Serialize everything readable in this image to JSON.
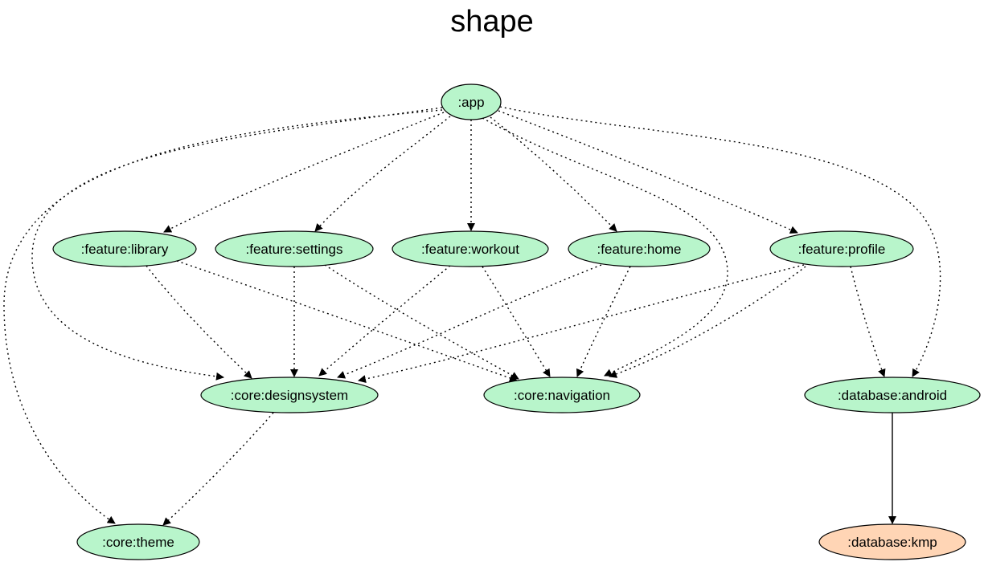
{
  "title": "shape",
  "colors": {
    "module_fill": "#b8f5cb",
    "kmp_fill": "#ffd5b5",
    "stroke": "#000000"
  },
  "nodes": {
    "app": {
      "label": ":app",
      "kind": "module"
    },
    "feature_library": {
      "label": ":feature:library",
      "kind": "module"
    },
    "feature_settings": {
      "label": ":feature:settings",
      "kind": "module"
    },
    "feature_workout": {
      "label": ":feature:workout",
      "kind": "module"
    },
    "feature_home": {
      "label": ":feature:home",
      "kind": "module"
    },
    "feature_profile": {
      "label": ":feature:profile",
      "kind": "module"
    },
    "core_designsystem": {
      "label": ":core:designsystem",
      "kind": "module"
    },
    "core_navigation": {
      "label": ":core:navigation",
      "kind": "module"
    },
    "database_android": {
      "label": ":database:android",
      "kind": "module"
    },
    "core_theme": {
      "label": ":core:theme",
      "kind": "module"
    },
    "database_kmp": {
      "label": ":database:kmp",
      "kind": "kmp"
    }
  },
  "edges": [
    {
      "from": "app",
      "to": "feature_library",
      "style": "dotted"
    },
    {
      "from": "app",
      "to": "feature_settings",
      "style": "dotted"
    },
    {
      "from": "app",
      "to": "feature_workout",
      "style": "dotted"
    },
    {
      "from": "app",
      "to": "feature_home",
      "style": "dotted"
    },
    {
      "from": "app",
      "to": "feature_profile",
      "style": "dotted"
    },
    {
      "from": "app",
      "to": "core_designsystem",
      "style": "dotted"
    },
    {
      "from": "app",
      "to": "core_navigation",
      "style": "dotted"
    },
    {
      "from": "app",
      "to": "database_android",
      "style": "dotted"
    },
    {
      "from": "app",
      "to": "core_theme",
      "style": "dotted"
    },
    {
      "from": "feature_library",
      "to": "core_designsystem",
      "style": "dotted"
    },
    {
      "from": "feature_library",
      "to": "core_navigation",
      "style": "dotted"
    },
    {
      "from": "feature_settings",
      "to": "core_designsystem",
      "style": "dotted"
    },
    {
      "from": "feature_settings",
      "to": "core_navigation",
      "style": "dotted"
    },
    {
      "from": "feature_workout",
      "to": "core_designsystem",
      "style": "dotted"
    },
    {
      "from": "feature_workout",
      "to": "core_navigation",
      "style": "dotted"
    },
    {
      "from": "feature_home",
      "to": "core_designsystem",
      "style": "dotted"
    },
    {
      "from": "feature_home",
      "to": "core_navigation",
      "style": "dotted"
    },
    {
      "from": "feature_profile",
      "to": "core_designsystem",
      "style": "dotted"
    },
    {
      "from": "feature_profile",
      "to": "core_navigation",
      "style": "dotted"
    },
    {
      "from": "feature_profile",
      "to": "database_android",
      "style": "dotted"
    },
    {
      "from": "core_designsystem",
      "to": "core_theme",
      "style": "dotted"
    },
    {
      "from": "database_android",
      "to": "database_kmp",
      "style": "solid"
    }
  ]
}
